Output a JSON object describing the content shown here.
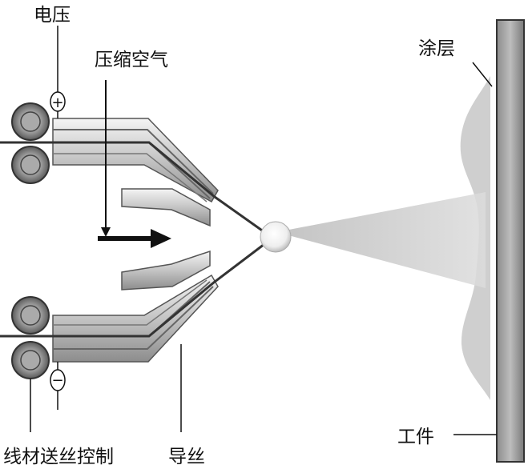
{
  "labels": {
    "voltage": "电压",
    "compressed_air": "压缩空气",
    "coating": "涂层",
    "workpiece": "工件",
    "wire_feed_control": "线材送丝控制",
    "guide_wire": "导丝"
  },
  "symbols": {
    "positive": "+",
    "negative": "−"
  }
}
